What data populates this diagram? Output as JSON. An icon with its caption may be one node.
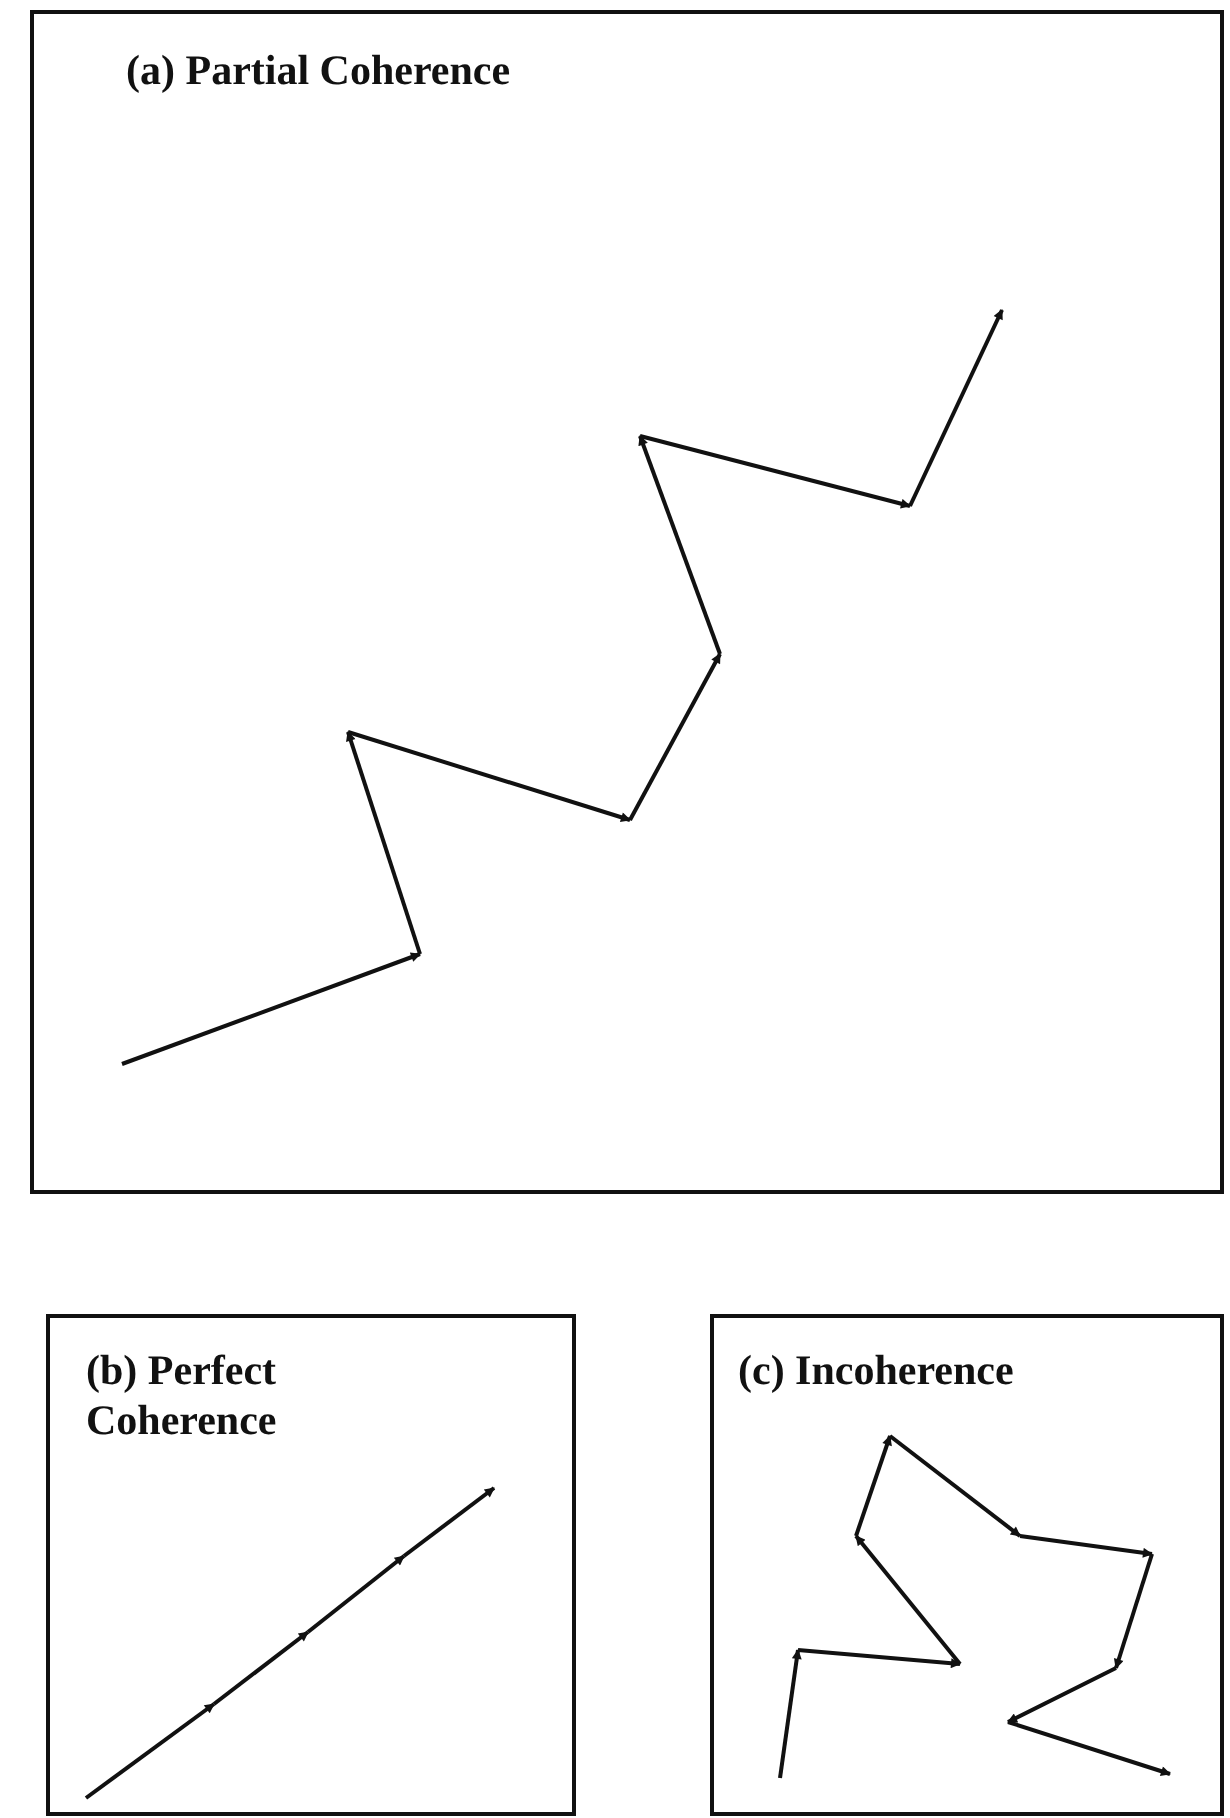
{
  "diagram": {
    "nodes": [
      {
        "text": [
          "(a) Partial Coherence"
        ]
      },
      {
        "text": [
          "(b) Perfect Coherence"
        ]
      },
      {
        "text": [
          "(c) Incoherence"
        ]
      }
    ]
  }
}
